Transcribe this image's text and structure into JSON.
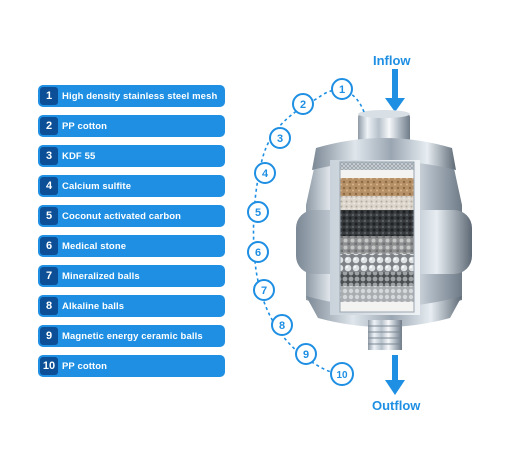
{
  "diagram": {
    "labels": {
      "inflow": "Inflow",
      "outflow": "Outflow"
    },
    "layers": [
      {
        "num": "1",
        "label": "High density stainless steel mesh"
      },
      {
        "num": "2",
        "label": "PP cotton"
      },
      {
        "num": "3",
        "label": "KDF 55"
      },
      {
        "num": "4",
        "label": "Calcium sulfite"
      },
      {
        "num": "5",
        "label": "Coconut activated carbon"
      },
      {
        "num": "6",
        "label": "Medical stone"
      },
      {
        "num": "7",
        "label": "Mineralized balls"
      },
      {
        "num": "8",
        "label": "Alkaline balls"
      },
      {
        "num": "9",
        "label": "Magnetic energy ceramic balls"
      },
      {
        "num": "10",
        "label": "PP cotton"
      }
    ],
    "colors": {
      "accent": "#1e8fe3",
      "number_box": "#0c4f96"
    },
    "icons": {
      "inflow": "arrow-down-icon",
      "outflow": "arrow-down-icon",
      "product": "shower-filter-cutaway-image"
    }
  }
}
